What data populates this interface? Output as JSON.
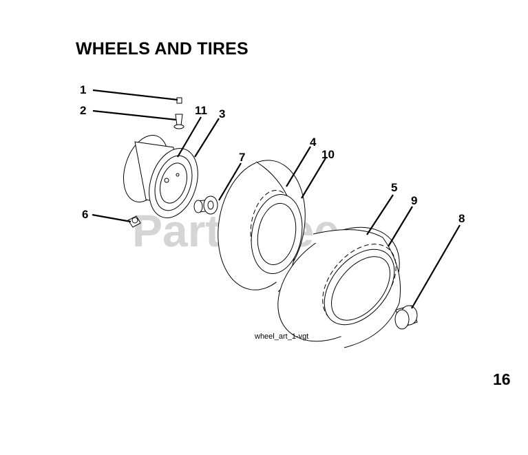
{
  "title": "WHEELS AND TIRES",
  "callouts": [
    "1",
    "2",
    "11",
    "3",
    "7",
    "4",
    "10",
    "5",
    "9",
    "8",
    "6"
  ],
  "drawing_ref": "wheel_art_1-vgt",
  "watermark": "PartsTree",
  "page_number": "16",
  "colors": {
    "line": "#000000",
    "watermark": "#c8c8c8",
    "background": "#ffffff"
  }
}
